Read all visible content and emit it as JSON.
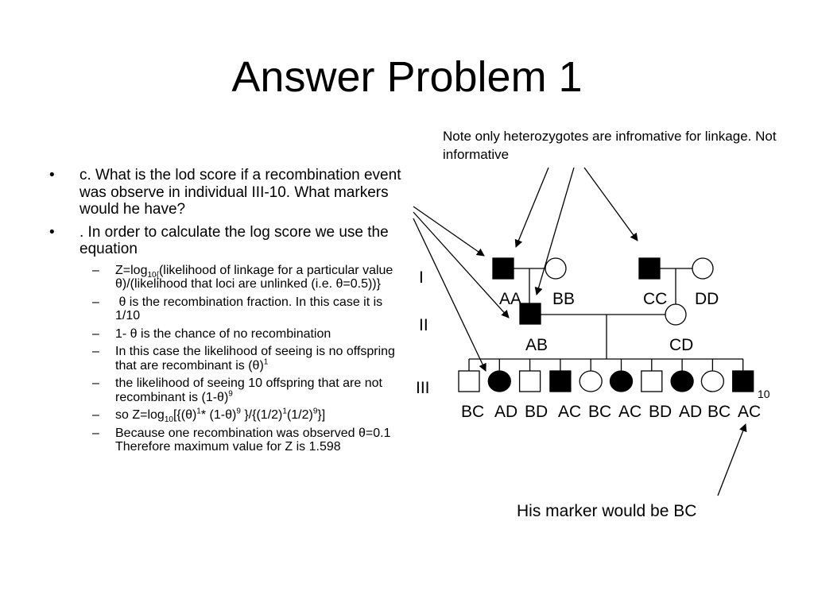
{
  "slide": {
    "title": "Answer Problem 1",
    "note": "Note only heterozygotes are infromative for linkage.  Not informative",
    "answer": "His marker would be BC"
  },
  "bullets": {
    "q": {
      "marker": "•",
      "text": "c. What is the lod score if a recombination event was observe in individual III-10.  What markers would he have?"
    },
    "calc": {
      "marker": "•",
      "text": ". In order to calculate the log score we use the equation"
    },
    "sub": {
      "zeq": {
        "marker": "–",
        "a": "Z=log",
        "sub": "10{",
        "b": "(likelihood of linkage for a particular value ",
        "theta": "θ",
        "c": ")/(likelihood that loci are unlinked (i.e. ",
        "theta2": "θ",
        "d": "=0.5))}"
      },
      "theta_def": {
        "marker": "–",
        "theta": "θ",
        "text": " is the recombination fraction.  In this case it is 1/10"
      },
      "norec": {
        "marker": "–",
        "a": "1- ",
        "theta": "θ",
        "b": " is the chance of no recombination"
      },
      "likely": {
        "marker": "–",
        "a": "In this case the likelihood of seeing  is no offspring that are recombinant  is (",
        "theta": "θ",
        "b": ")",
        "sup": "1"
      },
      "ten": {
        "marker": "–",
        "a": "the likelihood of seeing 10 offspring that are not recombinant is (1-",
        "theta": "θ",
        "b": ")",
        "sup": "9"
      },
      "soz": {
        "marker": "–",
        "a": "so Z=log",
        "sub": "10",
        "b": "[{(",
        "theta": "θ",
        "c": ")",
        "sup1": "1",
        "d": "* (1-",
        "theta2": "θ",
        "e": ")",
        "sup2": "9",
        "f": " }/{(1/2)",
        "sup3": "1",
        "g": "(1/2)",
        "sup4": "9",
        "h": "}]"
      },
      "because": {
        "marker": "–",
        "a": "Because one recombination was observed ",
        "theta": "θ",
        "b": "=0.1  Therefore maximum value for Z is 1.598"
      }
    }
  },
  "pedigree": {
    "generations": [
      "I",
      "II",
      "III"
    ],
    "gen1_genotypes": [
      "AA",
      "BB",
      "CC",
      "DD"
    ],
    "gen2_genotypes": [
      "AB",
      "CD"
    ],
    "gen3_genotypes": [
      "BC",
      "AD",
      "BD",
      "AC",
      "BC",
      "AC",
      "BD",
      "AD",
      "BC",
      "AC"
    ],
    "individual_number": "10",
    "gen3_affected": [
      false,
      true,
      false,
      true,
      false,
      true,
      false,
      true,
      false,
      true
    ],
    "gen3_sex": [
      "male",
      "female",
      "male",
      "male",
      "female",
      "female",
      "male",
      "female",
      "female",
      "male"
    ]
  }
}
